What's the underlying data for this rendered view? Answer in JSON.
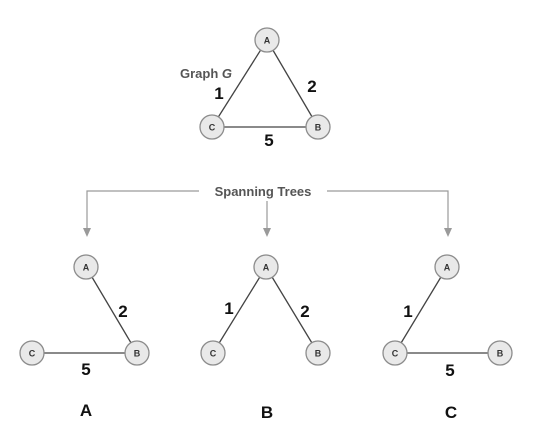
{
  "graph": {
    "title_prefix": "Graph ",
    "title_var": "G",
    "nodes": {
      "A": "A",
      "B": "B",
      "C": "C"
    },
    "weights": {
      "AC": "1",
      "AB": "2",
      "CB": "5"
    }
  },
  "section_title": "Spanning Trees",
  "trees": [
    {
      "caption": "A",
      "nodes": {
        "A": "A",
        "B": "B",
        "C": "C"
      },
      "weights": {
        "AB": "2",
        "CB": "5"
      }
    },
    {
      "caption": "B",
      "nodes": {
        "A": "A",
        "B": "B",
        "C": "C"
      },
      "weights": {
        "AC": "1",
        "AB": "2"
      }
    },
    {
      "caption": "C",
      "nodes": {
        "A": "A",
        "B": "B",
        "C": "C"
      },
      "weights": {
        "AC": "1",
        "CB": "5"
      }
    }
  ],
  "colors": {
    "node_fill": "#e9e9e9",
    "node_stroke": "#8c8c8c",
    "edge": "#444444",
    "arrow": "#9a9a9a",
    "title_text": "#555555"
  }
}
